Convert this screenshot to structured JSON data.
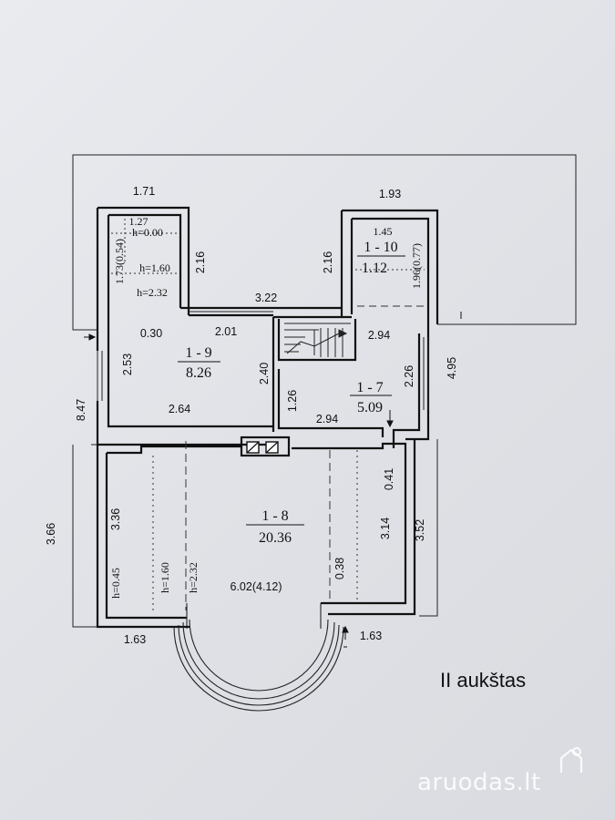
{
  "floor_title": "II aukštas",
  "watermark": "aruodas.lt",
  "rooms": {
    "r19": {
      "id": "1 - 9",
      "area": "8.26"
    },
    "r110": {
      "id": "1 - 10",
      "area": "1.12"
    },
    "r17": {
      "id": "1 - 7",
      "area": "5.09"
    },
    "r18": {
      "id": "1 - 8",
      "area": "20.36"
    }
  },
  "dims": {
    "d171": "1.71",
    "d193": "1.93",
    "d127": "1.27",
    "d145": "1.45",
    "d216a": "2.16",
    "d216b": "2.16",
    "d173": "1.73(0.54)",
    "d196": "1.96(0.77)",
    "d322": "3.22",
    "d030": "0.30",
    "d201": "2.01",
    "d294a": "2.94",
    "d253": "2.53",
    "d240": "2.40",
    "d226": "2.26",
    "d495": "4.95",
    "d126": "1.26",
    "d847": "8.47",
    "d264": "2.64",
    "d294b": "2.94",
    "d041": "0.41",
    "d366": "3.66",
    "d336": "3.36",
    "d314": "3.14",
    "d352": "3.52",
    "d038": "0.38",
    "d602": "6.02(4.12)",
    "d163a": "1.63",
    "d163b": "1.63"
  },
  "heights": {
    "h000": "h=0.00",
    "h160a": "h=1.60",
    "h232a": "h=2.32",
    "h045": "h=0.45",
    "h160b": "h=1.60",
    "h232b": "h=2.32"
  },
  "colors": {
    "paper": "#e2e4e8",
    "ink": "#111111"
  }
}
